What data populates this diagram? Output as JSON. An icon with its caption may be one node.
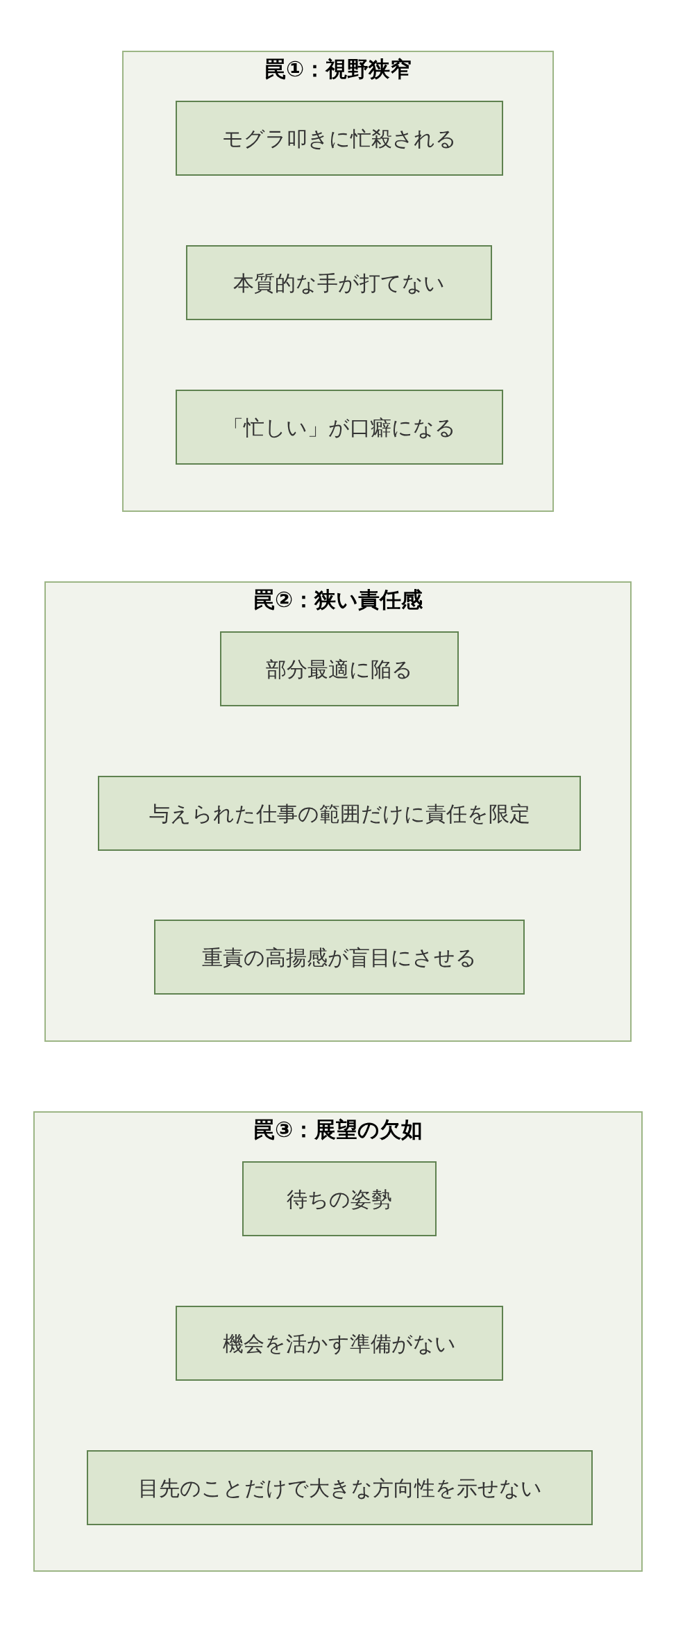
{
  "diagram": {
    "nodes": [
      {
        "text": [
          "罠①：視野狭窄"
        ]
      },
      {
        "text": [
          "モグラ叩きに忙殺される"
        ],
        "in": 0
      },
      {
        "text": [
          "本質的な手が打てない"
        ],
        "in": 0
      },
      {
        "text": [
          "「忙しい」が口癖になる"
        ],
        "in": 0
      },
      {
        "text": [
          "罠②：狭い責任感"
        ]
      },
      {
        "text": [
          "部分最適に陥る"
        ],
        "in": 4
      },
      {
        "text": [
          "与えられた仕事の範囲だけに責任を限定"
        ],
        "in": 4
      },
      {
        "text": [
          "重責の高揚感が盲目にさせる"
        ],
        "in": 4
      },
      {
        "text": [
          "罠③：展望の欠如"
        ]
      },
      {
        "text": [
          "待ちの姿勢"
        ],
        "in": 8
      },
      {
        "text": [
          "機会を活かす準備がない"
        ],
        "in": 8
      },
      {
        "text": [
          "目先のことだけで大きな方向性を示せない"
        ],
        "in": 8
      }
    ]
  }
}
